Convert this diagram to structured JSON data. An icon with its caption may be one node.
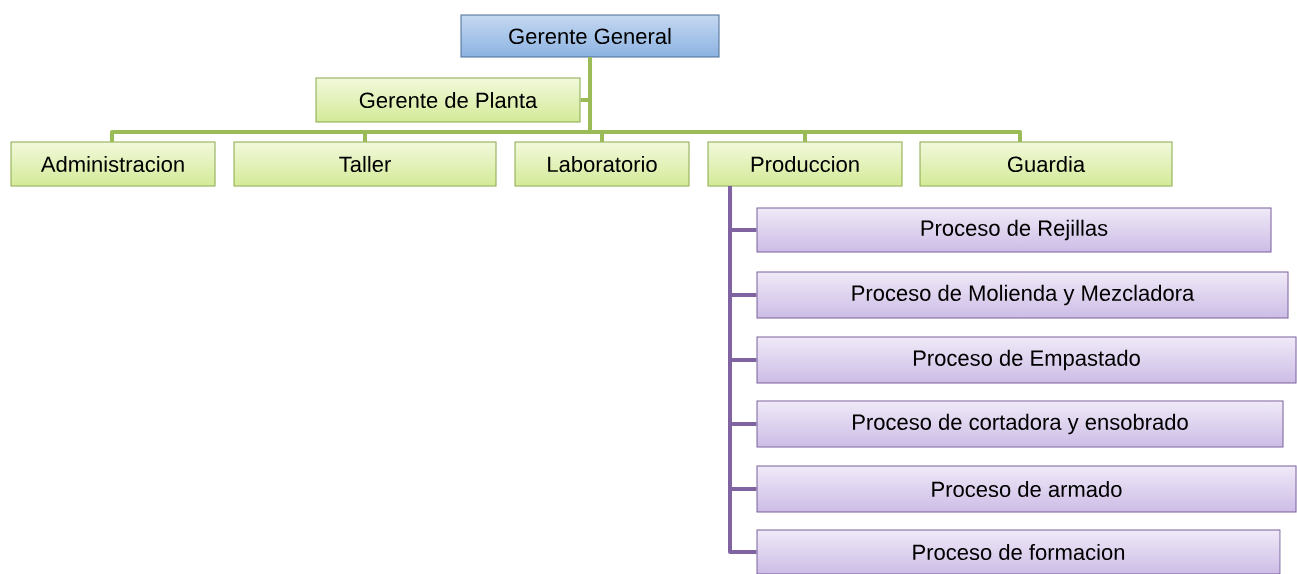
{
  "diagram": {
    "nodes": [
      {
        "text": [
          "Gerente General"
        ]
      },
      {
        "text": [
          "Gerente de Planta"
        ]
      },
      {
        "text": [
          "Administracion"
        ]
      },
      {
        "text": [
          "Taller"
        ]
      },
      {
        "text": [
          "Laboratorio"
        ]
      },
      {
        "text": [
          "Produccion"
        ]
      },
      {
        "text": [
          "Guardia"
        ]
      },
      {
        "text": [
          "Proceso de Rejillas"
        ]
      },
      {
        "text": [
          "Proceso de Molienda y Mezcladora"
        ]
      },
      {
        "text": [
          "Proceso de Empastado"
        ]
      },
      {
        "text": [
          "Proceso de cortadora y ensobrado"
        ]
      },
      {
        "text": [
          "Proceso de armado"
        ]
      },
      {
        "text": [
          "Proceso de formacion"
        ]
      }
    ],
    "edges": [
      {
        "from": 0,
        "to": 1,
        "arrow": "none",
        "color": "#9bbb59"
      },
      {
        "from": 0,
        "to": 2,
        "arrow": "none",
        "color": "#9bbb59"
      },
      {
        "from": 0,
        "to": 3,
        "arrow": "none",
        "color": "#9bbb59"
      },
      {
        "from": 0,
        "to": 4,
        "arrow": "none",
        "color": "#9bbb59"
      },
      {
        "from": 0,
        "to": 5,
        "arrow": "none",
        "color": "#9bbb59"
      },
      {
        "from": 0,
        "to": 6,
        "arrow": "none",
        "color": "#9bbb59"
      },
      {
        "from": 5,
        "to": 7,
        "arrow": "none",
        "color": "#8064a2"
      },
      {
        "from": 5,
        "to": 8,
        "arrow": "none",
        "color": "#8064a2"
      },
      {
        "from": 5,
        "to": 9,
        "arrow": "none",
        "color": "#8064a2"
      },
      {
        "from": 5,
        "to": 10,
        "arrow": "none",
        "color": "#8064a2"
      },
      {
        "from": 5,
        "to": 11,
        "arrow": "none",
        "color": "#8064a2"
      },
      {
        "from": 5,
        "to": 12,
        "arrow": "none",
        "color": "#8064a2"
      }
    ]
  }
}
